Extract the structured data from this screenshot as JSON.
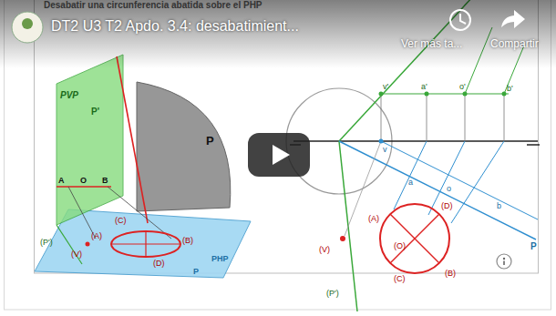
{
  "diagram": {
    "title": "DT2 U3 T2 Apdo. 3.4: desabatimient...",
    "labels": [
      "Desabatir una circunferencia abatida sobre el PHP",
      "Ver más ta...",
      "Compartir",
      "PVP",
      "P'",
      "P",
      "A",
      "O",
      "B",
      "(C)",
      "(P')",
      "(V)",
      "(A)",
      "(B)",
      "(D)",
      "PHP",
      "P",
      "v'",
      "a'",
      "o'",
      "b'",
      "v",
      "a",
      "o",
      "b",
      "(V)",
      "(P')",
      "(A)",
      "(D)",
      "(O)",
      "(C)",
      "(B)",
      "P"
    ]
  }
}
